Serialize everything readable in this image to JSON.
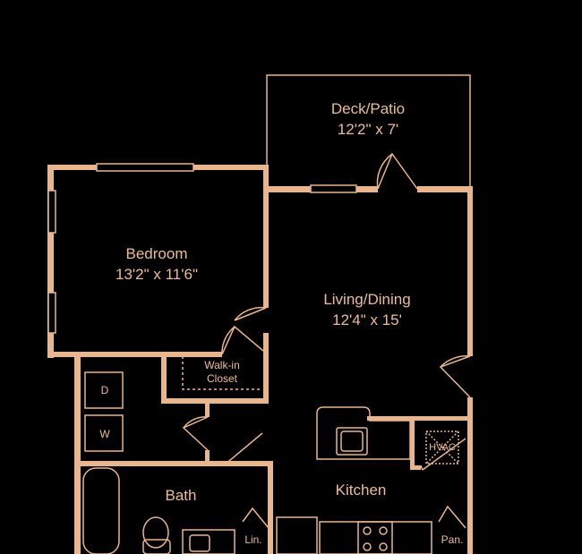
{
  "plan": {
    "wall_color": "#e9b58d",
    "rooms": {
      "deck": {
        "name": "Deck/Patio",
        "size": "12'2\" x 7'"
      },
      "bedroom": {
        "name": "Bedroom",
        "size": "13'2\" x 11'6\""
      },
      "living": {
        "name": "Living/Dining",
        "size": "12'4\" x 15'"
      },
      "closet": {
        "name": "Walk-in",
        "name2": "Closet"
      },
      "bath": {
        "name": "Bath"
      },
      "kitchen": {
        "name": "Kitchen"
      },
      "linen": {
        "name": "Lin."
      },
      "pantry": {
        "name": "Pan."
      }
    },
    "appliances": {
      "dryer": "D",
      "washer": "W",
      "hvac": "HVAC"
    }
  }
}
